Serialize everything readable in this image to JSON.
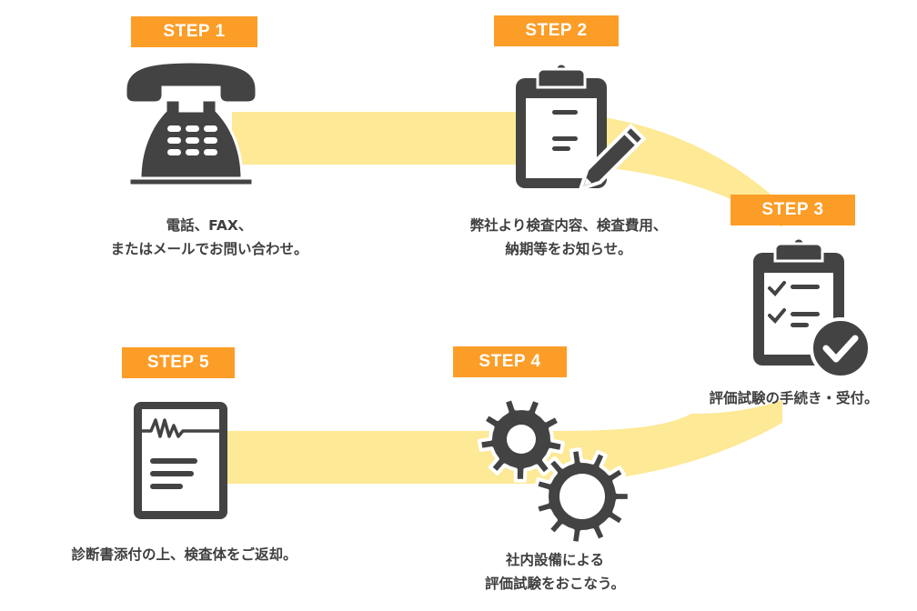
{
  "colors": {
    "badge": "#fc9d27",
    "path": "#fde996",
    "icon": "#434343",
    "text": "#3f3f3f"
  },
  "steps": [
    {
      "badge": "STEP 1",
      "icon": "telephone-icon",
      "caption_lines": [
        "電話、FAX、",
        "またはメールでお問い合わせ。"
      ]
    },
    {
      "badge": "STEP 2",
      "icon": "clipboard-pencil-icon",
      "caption_lines": [
        "弊社より検査内容、検査費用、",
        "納期等をお知らせ。"
      ]
    },
    {
      "badge": "STEP 3",
      "icon": "clipboard-checklist-icon",
      "caption_lines": [
        "評価試験の手続き・受付。"
      ]
    },
    {
      "badge": "STEP 4",
      "icon": "gears-icon",
      "caption_lines": [
        "社内設備による",
        "評価試験をおこなう。"
      ]
    },
    {
      "badge": "STEP 5",
      "icon": "diagnosis-report-icon",
      "caption_lines": [
        "診断書添付の上、検査体をご返却。"
      ]
    }
  ]
}
